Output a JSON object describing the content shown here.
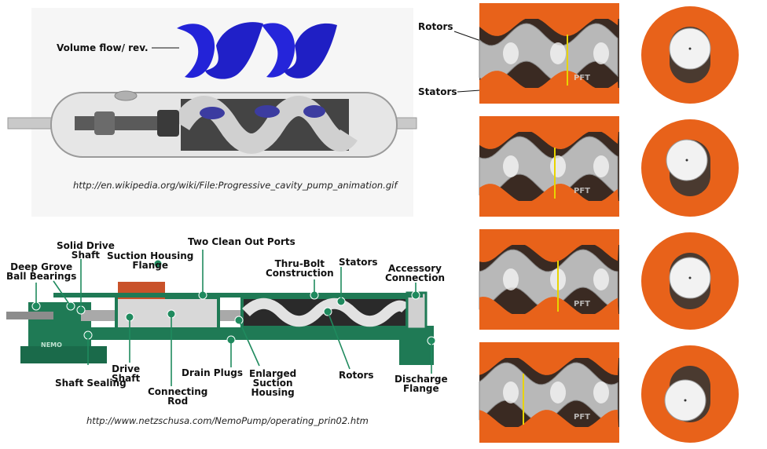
{
  "top_figure": {
    "volume_label": "Volume flow/ rev.",
    "source_url": "http://en.wikipedia.org/wiki/File:Progressive_cavity_pump_animation.gif"
  },
  "cutaway": {
    "labels": {
      "deep_grove": [
        "Deep Grove",
        "Ball Bearings"
      ],
      "solid_drive_shaft": [
        "Solid Drive",
        "Shaft"
      ],
      "suction_housing_flange": [
        "Suction Housing",
        "Flange"
      ],
      "two_clean_out_ports": "Two Clean Out Ports",
      "thru_bolt": [
        "Thru-Bolt",
        "Construction"
      ],
      "stators": "Stators",
      "accessory_connection": [
        "Accessory",
        "Connection"
      ],
      "shaft_sealing": "Shaft Sealing",
      "drive_shaft": [
        "Drive",
        "Shaft"
      ],
      "connecting_rod": [
        "Connecting",
        "Rod"
      ],
      "drain_plugs": "Drain Plugs",
      "enlarged_suction_housing": [
        "Enlarged",
        "Suction",
        "Housing"
      ],
      "rotors": "Rotors",
      "discharge_flange": [
        "Discharge",
        "Flange"
      ]
    },
    "brand_plate": "NEMO",
    "source_url": "http://www.netzschusa.com/NemoPump/operating_prin02.htm"
  },
  "frames": {
    "rotor_label": "Rotors",
    "stator_label": "Stators",
    "watermark": "PFT"
  },
  "colors": {
    "stator_orange": "#e8621a",
    "rotor_gray": "#b8b8b8",
    "pump_green": "#1f7a55",
    "helix_blue": "#2323d8"
  }
}
